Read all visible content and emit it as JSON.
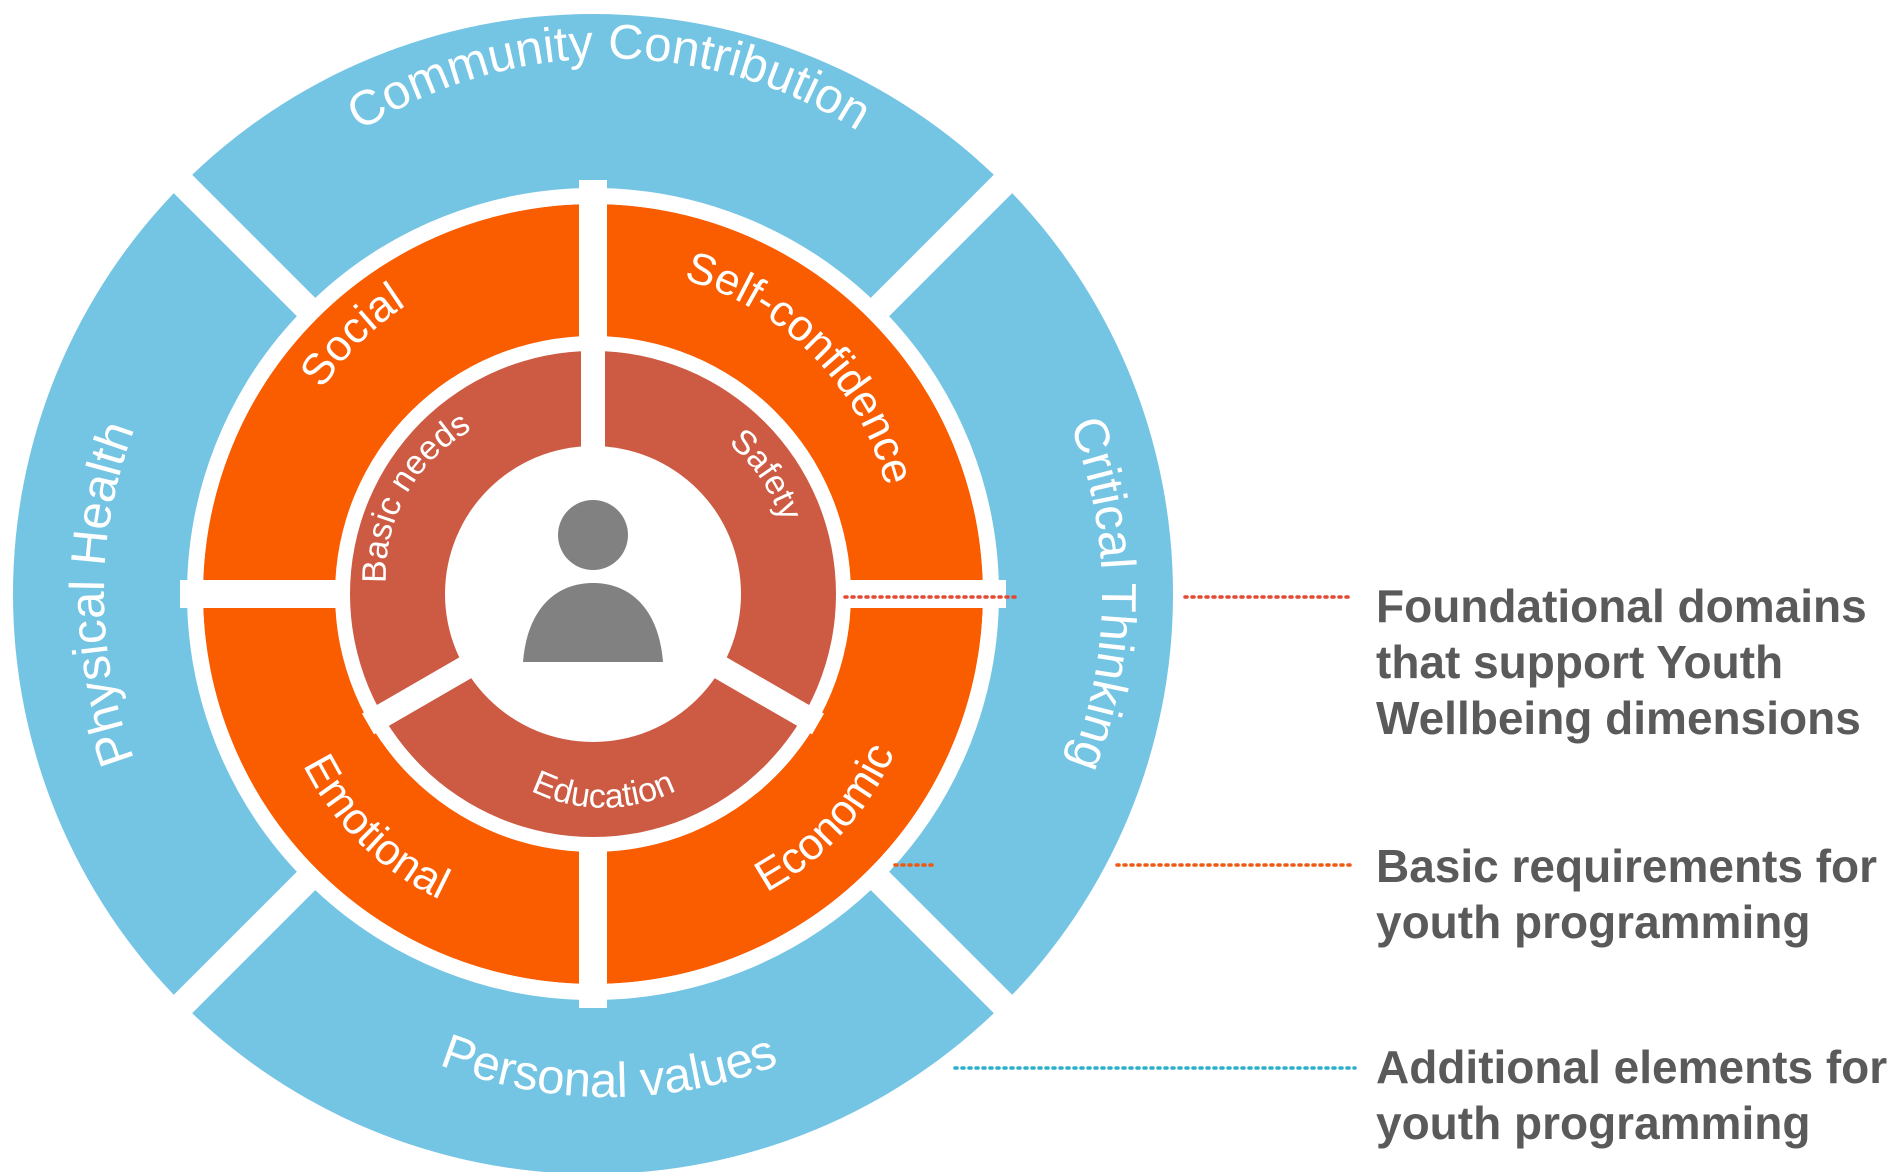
{
  "diagram": {
    "outer_ring": {
      "color": "#74c4e4",
      "segments": [
        "Community Contribution",
        "Critical Thinking",
        "Personal values",
        "Physical Health"
      ]
    },
    "middle_ring": {
      "color": "#fa5c00",
      "segments": [
        "Self-confidence",
        "Economic",
        "Emotional",
        "Social"
      ]
    },
    "inner_ring": {
      "color": "#cd5a43",
      "segments": [
        "Safety",
        "Education",
        "Basic needs"
      ]
    },
    "center_icon": "person-icon"
  },
  "legend": [
    {
      "color": "#e24a33",
      "lines": [
        "Foundational domains",
        "that support Youth",
        "Wellbeing dimensions"
      ]
    },
    {
      "color": "#ee5a14",
      "lines": [
        "Basic requirements for",
        "youth programming"
      ]
    },
    {
      "color": "#2ab0cb",
      "lines": [
        "Additional elements for",
        "youth programming"
      ]
    }
  ]
}
